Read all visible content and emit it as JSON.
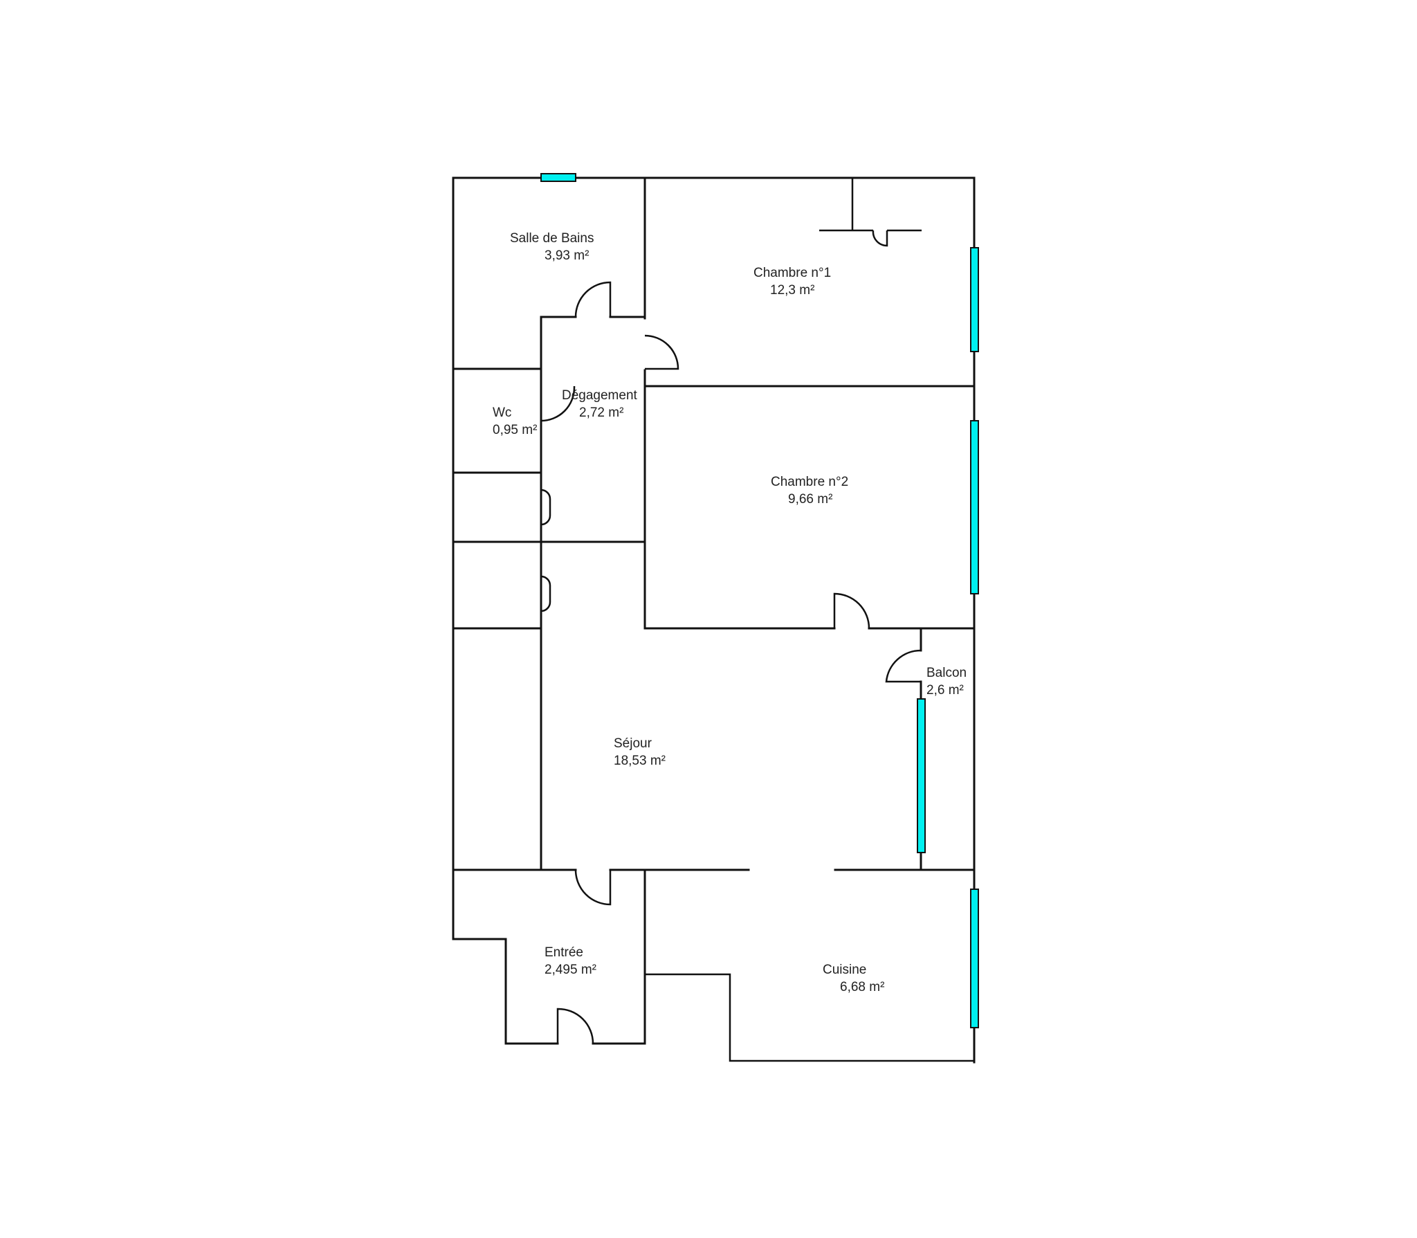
{
  "colors": {
    "wall": "#111111",
    "window": "#00f0f0",
    "background": "#ffffff",
    "text": "#222222"
  },
  "rooms": [
    {
      "id": "salle-de-bains",
      "name": "Salle de Bains",
      "area": "3,93  m²"
    },
    {
      "id": "chambre-1",
      "name": "Chambre n°1",
      "area": "12,3  m²"
    },
    {
      "id": "degagement",
      "name": "Dégagement",
      "area": "2,72  m²"
    },
    {
      "id": "wc",
      "name": "Wc",
      "area": "0,95  m²"
    },
    {
      "id": "chambre-2",
      "name": "Chambre n°2",
      "area": "9,66  m²"
    },
    {
      "id": "balcon",
      "name": "Balcon",
      "area": "2,6  m²"
    },
    {
      "id": "sejour",
      "name": "Séjour",
      "area": "18,53  m²"
    },
    {
      "id": "entree",
      "name": "Entrée",
      "area": "2,495  m²"
    },
    {
      "id": "cuisine",
      "name": "Cuisine",
      "area": "6,68  m²"
    }
  ]
}
